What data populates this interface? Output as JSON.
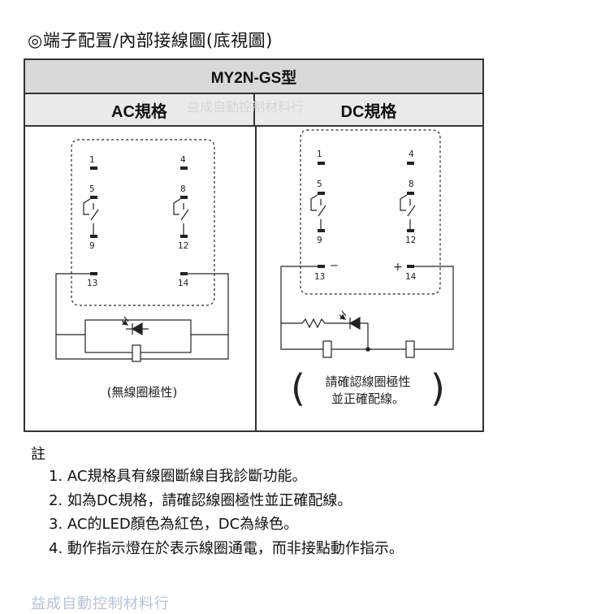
{
  "heading": "◎端子配置/內部接線圖(底視圖)",
  "table": {
    "model": "MY2N-GS型",
    "ac_header": "AC規格",
    "dc_header": "DC規格",
    "watermark_center": "益成自動控制材料行"
  },
  "ac_diagram": {
    "terminals": [
      "1",
      "4",
      "5",
      "8",
      "9",
      "12",
      "13",
      "14"
    ],
    "note": "(無線圈極性)"
  },
  "dc_diagram": {
    "terminals": [
      "1",
      "4",
      "5",
      "8",
      "9",
      "12",
      "13",
      "14"
    ],
    "minus_sign": "−",
    "plus_sign": "+",
    "note_line1": "請確認線圈極性",
    "note_line2": "並正確配線。"
  },
  "notes": {
    "title": "註",
    "items": [
      "1. AC規格具有線圈斷線自我診斷功能。",
      "2. 如為DC規格，請確認線圈極性並正確配線。",
      "3. AC的LED顏色為紅色，DC為綠色。",
      "4. 動作指示燈在於表示線圈通電，而非接點動作指示。"
    ]
  },
  "watermark": "益成自動控制材料行"
}
